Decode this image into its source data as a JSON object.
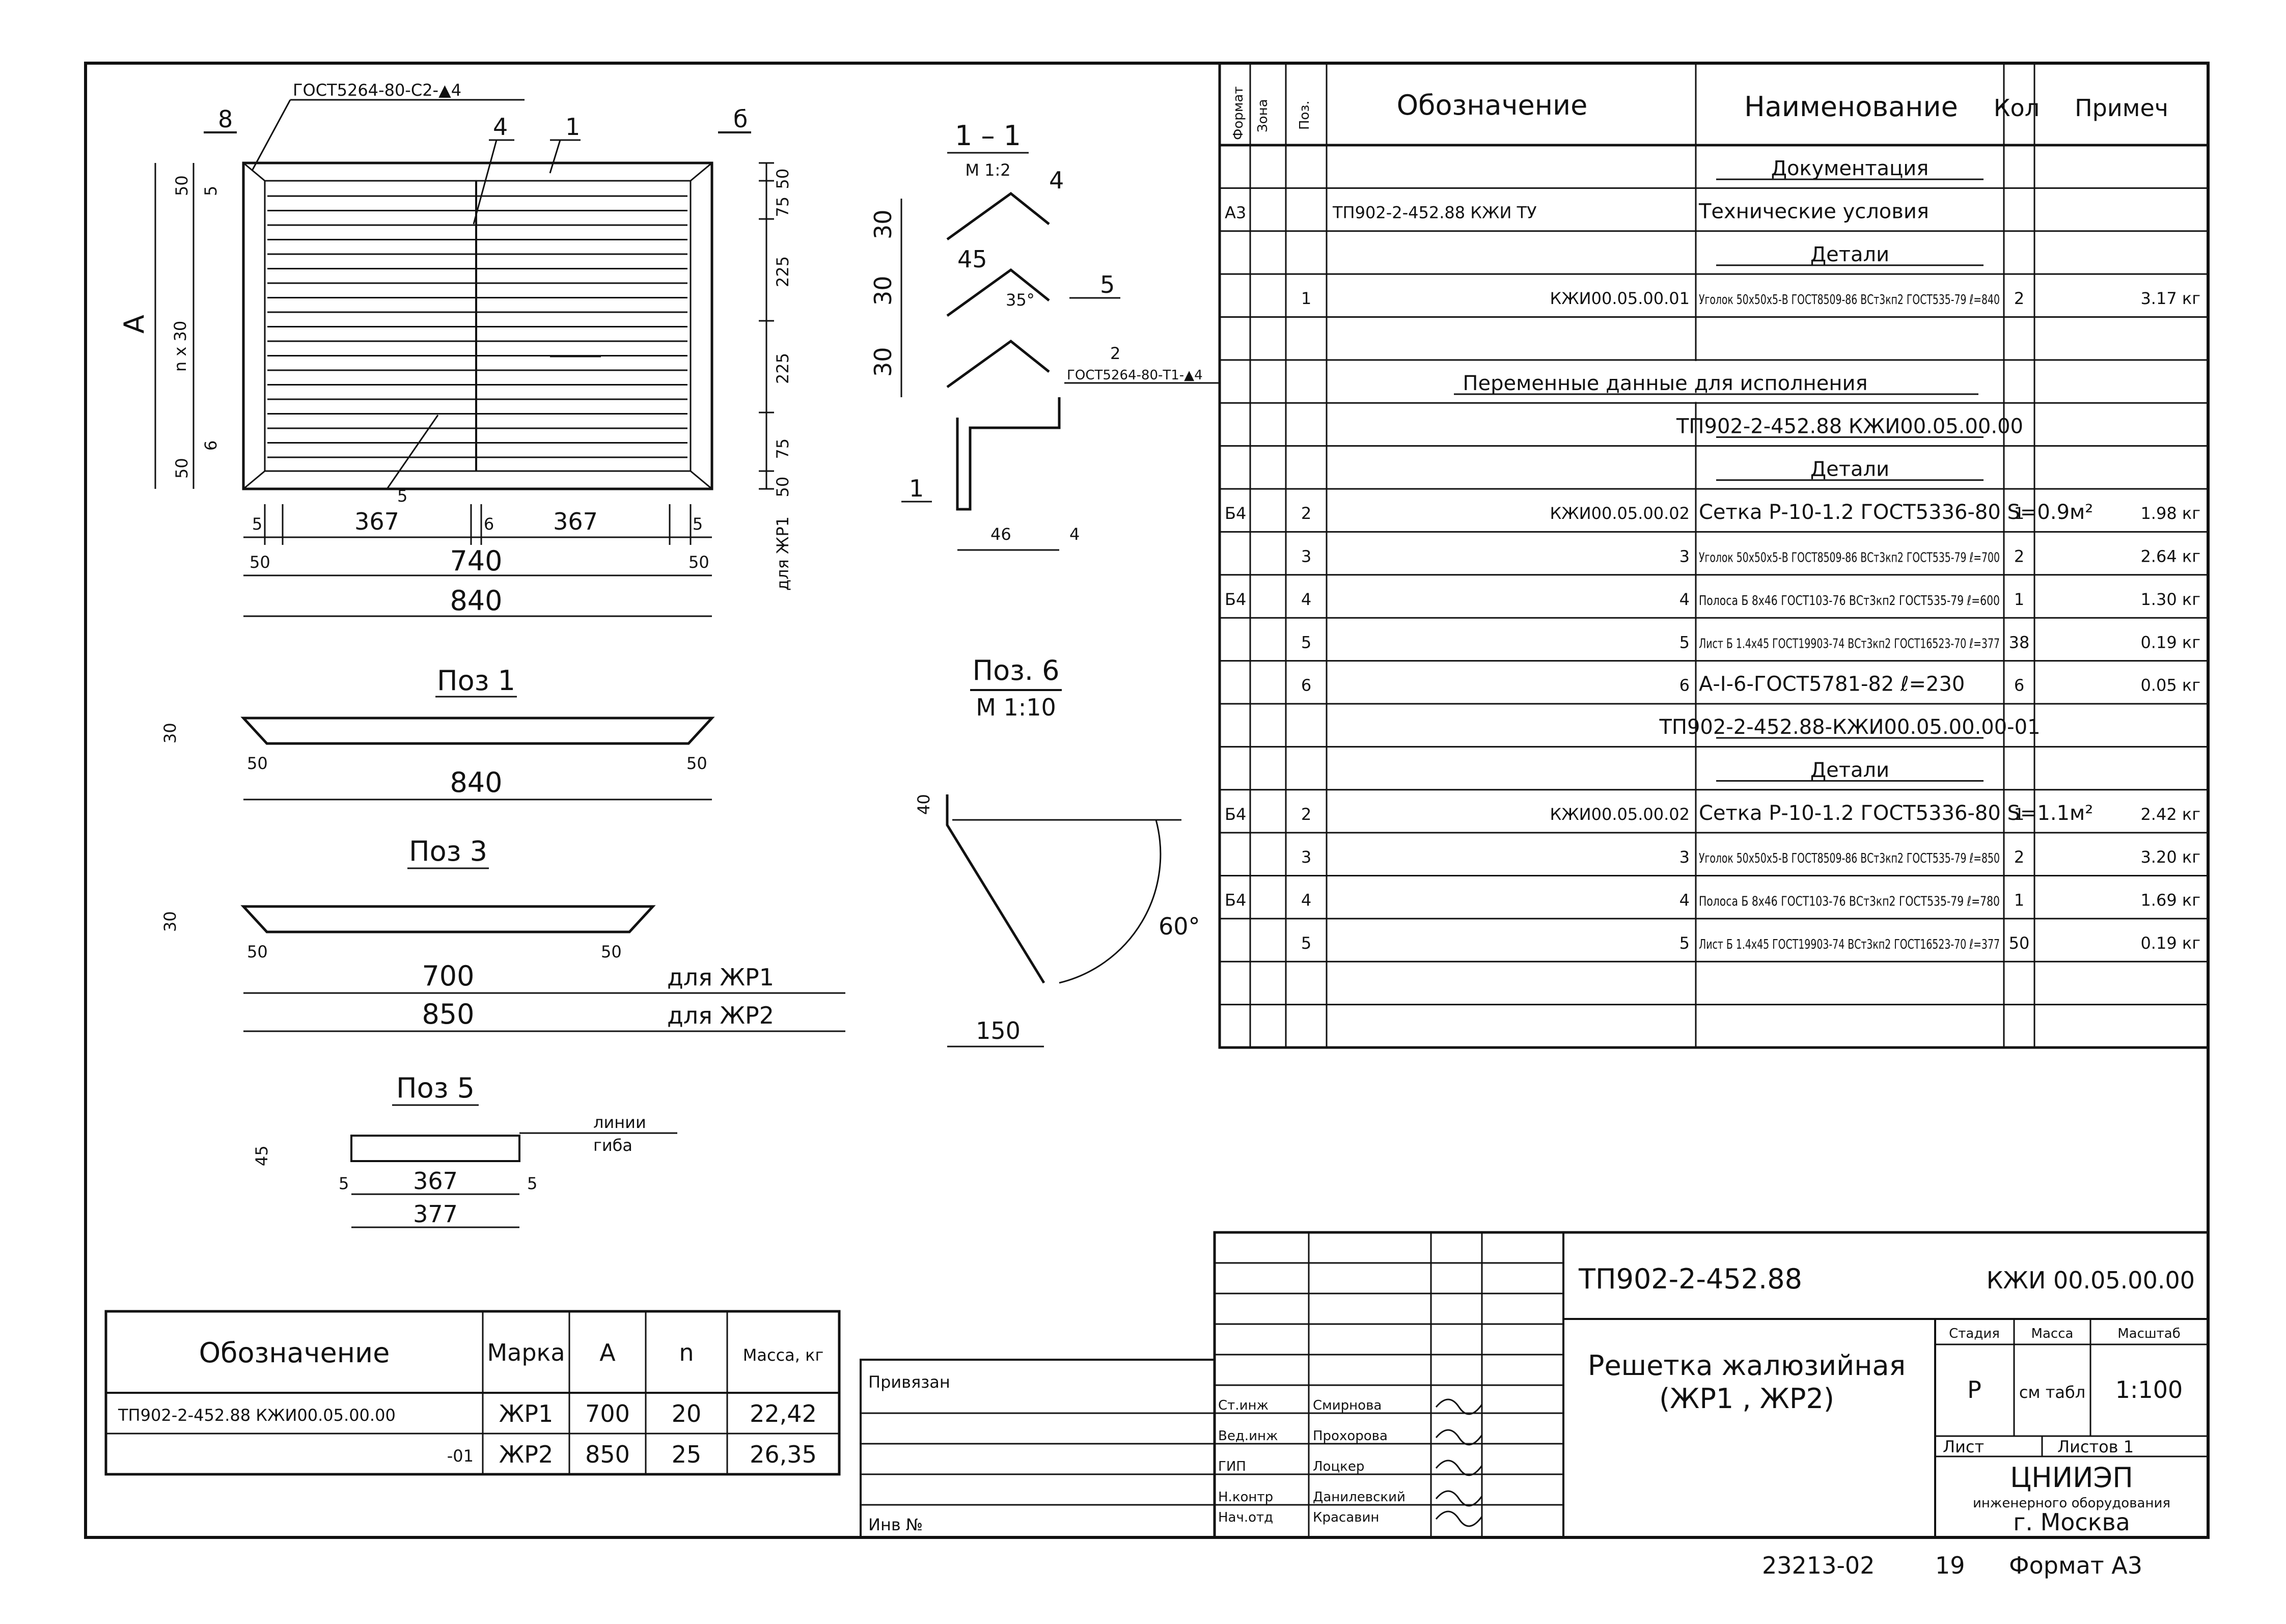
{
  "spec": {
    "headers": {
      "format": "Формат",
      "zone": "Зона",
      "pos": "Поз.",
      "designation": "Обозначение",
      "name": "Наименование",
      "qty": "Кол",
      "note": "Примеч"
    },
    "rows": [
      {
        "type": "section",
        "name": "Документация"
      },
      {
        "type": "item",
        "format": "А3",
        "designation": "ТП902-2-452.88        КЖИ ТУ",
        "name": "Технические условия"
      },
      {
        "type": "section",
        "name": "Детали"
      },
      {
        "type": "item",
        "pos": "1",
        "designation": "КЖИ00.05.00.01",
        "name": "Уголок 50х50х5-В ГОСТ8509-86 ВСт3кп2 ГОСТ535-79 ℓ=840",
        "qty": "2",
        "note": "3.17 кг"
      },
      {
        "type": "blank"
      },
      {
        "type": "wide",
        "name": "Переменные данные для исполнения"
      },
      {
        "type": "section",
        "name": "ТП902-2-452.88 КЖИ00.05.00.00"
      },
      {
        "type": "section",
        "name": "Детали"
      },
      {
        "type": "item",
        "format": "Б4",
        "pos": "2",
        "designation": "КЖИ00.05.00.02",
        "name": "Сетка Р-10-1.2 ГОСТ5336-80 S=0.9м²",
        "qty": "1",
        "note": "1.98 кг"
      },
      {
        "type": "item",
        "pos": "3",
        "designation": "3",
        "name": "Уголок 50х50х5-В ГОСТ8509-86 ВСт3кп2 ГОСТ535-79 ℓ=700",
        "qty": "2",
        "note": "2.64 кг"
      },
      {
        "type": "item",
        "format": "Б4",
        "pos": "4",
        "designation": "4",
        "name": "Полоса Б 8х46 ГОСТ103-76 ВСт3кп2 ГОСТ535-79 ℓ=600",
        "qty": "1",
        "note": "1.30 кг"
      },
      {
        "type": "item",
        "pos": "5",
        "designation": "5",
        "name": "Лист Б 1.4х45 ГОСТ19903-74 ВСт3кп2 ГОСТ16523-70 ℓ=377",
        "qty": "38",
        "note": "0.19 кг"
      },
      {
        "type": "item",
        "pos": "6",
        "designation": "6",
        "name": "А-I-6-ГОСТ5781-82  ℓ=230",
        "qty": "6",
        "note": "0.05 кг"
      },
      {
        "type": "section",
        "name": "ТП902-2-452.88-КЖИ00.05.00.00-01"
      },
      {
        "type": "section",
        "name": "Детали"
      },
      {
        "type": "item",
        "format": "Б4",
        "pos": "2",
        "designation": "КЖИ00.05.00.02",
        "name": "Сетка Р-10-1.2 ГОСТ5336-80 S=1.1м²",
        "qty": "1",
        "note": "2.42 кг"
      },
      {
        "type": "item",
        "pos": "3",
        "designation": "3",
        "name": "Уголок 50х50х5-В ГОСТ8509-86 ВСт3кп2 ГОСТ535-79 ℓ=850",
        "qty": "2",
        "note": "3.20 кг"
      },
      {
        "type": "item",
        "format": "Б4",
        "pos": "4",
        "designation": "4",
        "name": "Полоса Б 8х46 ГОСТ103-76 ВСт3кп2 ГОСТ535-79 ℓ=780",
        "qty": "1",
        "note": "1.69 кг"
      },
      {
        "type": "item",
        "pos": "5",
        "designation": "5",
        "name": "Лист Б 1.4х45 ГОСТ19903-74 ВСт3кп2 ГОСТ16523-70 ℓ=377",
        "qty": "50",
        "note": "0.19 кг"
      },
      {
        "type": "blank"
      },
      {
        "type": "blank"
      }
    ]
  },
  "drawings": {
    "main_view": {
      "weld_note": "ГОСТ5264-80-С2-▲4",
      "section_marks": [
        "8",
        "б"
      ],
      "leaders": [
        "4",
        "1"
      ],
      "dim_a": "А",
      "dim_n30": "n х 30",
      "left_dims": [
        "50",
        "5",
        "6",
        "50"
      ],
      "right_dims": [
        "50",
        "75",
        "225",
        "225",
        "75",
        "50"
      ],
      "for_label": "для ЖР1",
      "bottom_dims": [
        "5",
        "367",
        "6",
        "367",
        "5"
      ],
      "inner_width": "740",
      "outer_width": "840",
      "end_dims": [
        "50",
        "50"
      ],
      "leader_5": "5"
    },
    "section_1_1": {
      "title": "1 – 1",
      "scale": "М 1:2",
      "dims": [
        "30",
        "30",
        "30"
      ],
      "dim_45": "45",
      "angle": "35°",
      "leaders": [
        "4",
        "5",
        "1",
        "4"
      ],
      "weld2": "2",
      "weld_note": "ГОСТ5264-80-Т1-▲4",
      "bottom_dim": "46"
    },
    "pos6": {
      "title": "Поз. 6",
      "scale": "М 1:10",
      "dim_40": "40",
      "angle": "60°",
      "dim_150": "150"
    },
    "pos1": {
      "title": "Поз 1",
      "dim_30": "30",
      "end_50": "50",
      "length": "840"
    },
    "pos3": {
      "title": "Поз 3",
      "dim_30": "30",
      "end_50": "50",
      "len1": "700",
      "len2": "850",
      "for1": "для ЖР1",
      "for2": "для ЖР2"
    },
    "pos5": {
      "title": "Поз 5",
      "bend_label1": "линии",
      "bend_label2": "гиба",
      "dim_45": "45",
      "dims": [
        "5",
        "367",
        "5"
      ],
      "length": "377"
    }
  },
  "marks_table": {
    "headers": [
      "Обозначение",
      "Марка",
      "А",
      "n",
      "Масса, кг"
    ],
    "rows": [
      [
        "ТП902-2-452.88   КЖИ00.05.00.00",
        "ЖР1",
        "700",
        "20",
        "22,42"
      ],
      [
        "-01",
        "ЖР2",
        "850",
        "25",
        "26,35"
      ]
    ]
  },
  "stamp": {
    "privyazan": "Привязан",
    "inv": "Инв №",
    "roles": [
      {
        "role": "Ст.инж",
        "name": "Смирнова"
      },
      {
        "role": "Вед.инж",
        "name": "Прохорова"
      },
      {
        "role": "ГИП",
        "name": "Лоцкер"
      },
      {
        "role": "Н.контр",
        "name": "Данилевский"
      },
      {
        "role": "Нач.отд",
        "name": "Красавин"
      }
    ],
    "project": "ТП902-2-452.88",
    "doc_code": "КЖИ 00.05.00.00",
    "title": "Решетка жалюзийная",
    "subtitle": "(ЖР1 , ЖР2)",
    "stage_label": "Стадия",
    "mass_label": "Масса",
    "scale_label": "Масштаб",
    "stage": "Р",
    "mass": "см табл",
    "scale": "1:100",
    "sheet_label": "Лист",
    "sheets_label": "Листов 1",
    "org": "ЦНИИЭП",
    "org_full": "инженерного оборудования",
    "city": "г. Москва"
  },
  "footer": {
    "code": "23213-02",
    "page": "19",
    "format": "Формат А3"
  }
}
